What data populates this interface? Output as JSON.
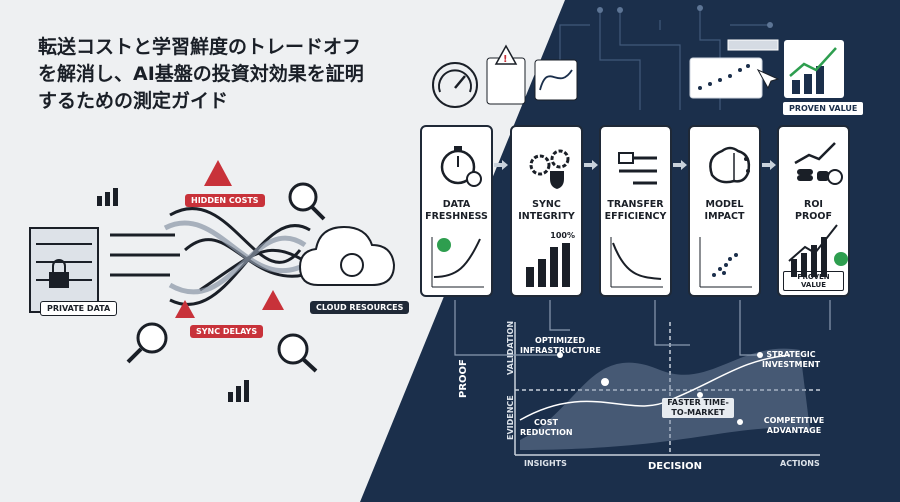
{
  "title": "転送コストと学習鮮度のトレードオフを解消し、AI基盤の投資対効果を証明するための測定ガイド",
  "left_panel": {
    "labels": {
      "hidden_costs": "HIDDEN COSTS",
      "sync_delays": "SYNC DELAYS",
      "private_data": "PRIVATE DATA",
      "cloud_resources": "CLOUD RESOURCES"
    }
  },
  "top_right": {
    "proven_value": "PROVEN VALUE"
  },
  "pipeline": [
    {
      "line1": "DATA",
      "line2": "FRESHNESS",
      "icon": "stopwatch-icon"
    },
    {
      "line1": "SYNC",
      "line2": "INTEGRITY",
      "extra": "100%",
      "icon": "gears-shield-icon"
    },
    {
      "line1": "TRANSFER",
      "line2": "EFFICIENCY",
      "icon": "transfer-pipes-icon"
    },
    {
      "line1": "MODEL",
      "line2": "IMPACT",
      "icon": "brain-network-icon"
    },
    {
      "line1": "ROI",
      "line2": "PROOF",
      "footer": "PROVEN VALUE",
      "icon": "coins-growth-icon"
    }
  ],
  "value_chart": {
    "ylabel": "PROOF",
    "y_top": "VALIDATION",
    "y_bottom": "EVIDENCE",
    "xlabel": "DECISION",
    "x_left": "INSIGHTS",
    "x_right": "ACTIONS",
    "annotations": {
      "optimized": "OPTIMIZED INFRASTRUCTURE",
      "cost": "COST REDUCTION",
      "faster": "FASTER TIME-TO-MARKET",
      "strategic": "STRATEGIC INVESTMENT",
      "competitive": "COMPETITIVE ADVANTAGE"
    }
  },
  "colors": {
    "navy": "#1b2f4b",
    "light": "#eef0f2",
    "alert_red": "#c8323a",
    "check_green": "#2e9e4f"
  }
}
